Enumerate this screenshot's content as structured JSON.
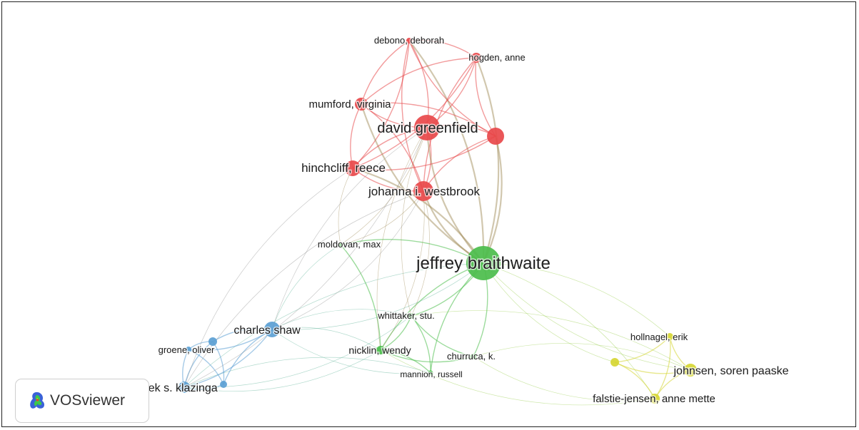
{
  "app": {
    "brand": "VOSviewer"
  },
  "colors": {
    "red": "#e8484a",
    "green": "#4bbd4b",
    "blue": "#5b9fd4",
    "yellow": "#d6d633"
  },
  "network": {
    "nodes": [
      {
        "id": "debono",
        "label": "debono, deborah",
        "cluster": "red",
        "weight": 1
      },
      {
        "id": "hogden",
        "label": "hogden, anne",
        "cluster": "red",
        "weight": 1.5
      },
      {
        "id": "mumford",
        "label": "mumford, virginia",
        "cluster": "red",
        "weight": 2
      },
      {
        "id": "greenfield",
        "label": "david greenfield",
        "cluster": "red",
        "weight": 5
      },
      {
        "id": "redunlabeled",
        "label": "",
        "cluster": "red",
        "weight": 2.5
      },
      {
        "id": "hinchcliff",
        "label": "hinchcliff, reece",
        "cluster": "red",
        "weight": 3
      },
      {
        "id": "westbrook",
        "label": "johanna i. westbrook",
        "cluster": "red",
        "weight": 3.5
      },
      {
        "id": "moldovan",
        "label": "moldovan, max",
        "cluster": "green",
        "weight": 1
      },
      {
        "id": "braithwaite",
        "label": "jeffrey braithwaite",
        "cluster": "green",
        "weight": 9
      },
      {
        "id": "whittaker",
        "label": "whittaker, stu.",
        "cluster": "green",
        "weight": 1
      },
      {
        "id": "nicklin",
        "label": "nicklin, wendy",
        "cluster": "green",
        "weight": 1.5
      },
      {
        "id": "churruca",
        "label": "churruca, k.",
        "cluster": "green",
        "weight": 1
      },
      {
        "id": "mannion",
        "label": "mannion, russell",
        "cluster": "green",
        "weight": 0.8
      },
      {
        "id": "shaw",
        "label": "charles shaw",
        "cluster": "blue",
        "weight": 3
      },
      {
        "id": "groene",
        "label": "groene, oliver",
        "cluster": "blue",
        "weight": 1
      },
      {
        "id": "bluesmall",
        "label": "",
        "cluster": "blue",
        "weight": 1
      },
      {
        "id": "klazinga",
        "label": "niek s. klazinga",
        "cluster": "blue",
        "weight": 2.5
      },
      {
        "id": "bluesmall2",
        "label": "",
        "cluster": "blue",
        "weight": 1
      },
      {
        "id": "hollnagel",
        "label": "hollnagel, erik",
        "cluster": "yellow",
        "weight": 1
      },
      {
        "id": "yellowsmall",
        "label": "",
        "cluster": "yellow",
        "weight": 1
      },
      {
        "id": "johnsen",
        "label": "johnsen, soren paaske",
        "cluster": "yellow",
        "weight": 2.5
      },
      {
        "id": "falstie",
        "label": "falstie-jensen, anne mette",
        "cluster": "yellow",
        "weight": 2
      }
    ],
    "edges": [
      [
        "debono",
        "hogden"
      ],
      [
        "debono",
        "mumford"
      ],
      [
        "debono",
        "greenfield"
      ],
      [
        "debono",
        "redunlabeled"
      ],
      [
        "debono",
        "hinchcliff"
      ],
      [
        "debono",
        "westbrook"
      ],
      [
        "debono",
        "braithwaite"
      ],
      [
        "hogden",
        "mumford"
      ],
      [
        "hogden",
        "greenfield"
      ],
      [
        "hogden",
        "redunlabeled"
      ],
      [
        "hogden",
        "hinchcliff"
      ],
      [
        "hogden",
        "westbrook"
      ],
      [
        "hogden",
        "braithwaite"
      ],
      [
        "mumford",
        "greenfield"
      ],
      [
        "mumford",
        "redunlabeled"
      ],
      [
        "mumford",
        "hinchcliff"
      ],
      [
        "mumford",
        "westbrook"
      ],
      [
        "mumford",
        "braithwaite"
      ],
      [
        "greenfield",
        "redunlabeled"
      ],
      [
        "greenfield",
        "hinchcliff"
      ],
      [
        "greenfield",
        "westbrook"
      ],
      [
        "greenfield",
        "braithwaite"
      ],
      [
        "redunlabeled",
        "hinchcliff"
      ],
      [
        "redunlabeled",
        "westbrook"
      ],
      [
        "redunlabeled",
        "braithwaite"
      ],
      [
        "hinchcliff",
        "westbrook"
      ],
      [
        "hinchcliff",
        "braithwaite"
      ],
      [
        "westbrook",
        "braithwaite"
      ],
      [
        "moldovan",
        "braithwaite"
      ],
      [
        "moldovan",
        "greenfield"
      ],
      [
        "moldovan",
        "hinchcliff"
      ],
      [
        "moldovan",
        "westbrook"
      ],
      [
        "moldovan",
        "nicklin"
      ],
      [
        "moldovan",
        "shaw"
      ],
      [
        "braithwaite",
        "whittaker"
      ],
      [
        "braithwaite",
        "nicklin"
      ],
      [
        "braithwaite",
        "churruca"
      ],
      [
        "braithwaite",
        "mannion"
      ],
      [
        "braithwaite",
        "shaw"
      ],
      [
        "braithwaite",
        "klazinga"
      ],
      [
        "braithwaite",
        "hollnagel"
      ],
      [
        "braithwaite",
        "johnsen"
      ],
      [
        "braithwaite",
        "falstie"
      ],
      [
        "braithwaite",
        "yellowsmall"
      ],
      [
        "whittaker",
        "nicklin"
      ],
      [
        "whittaker",
        "churruca"
      ],
      [
        "whittaker",
        "mannion"
      ],
      [
        "whittaker",
        "westbrook"
      ],
      [
        "whittaker",
        "greenfield"
      ],
      [
        "nicklin",
        "churruca"
      ],
      [
        "nicklin",
        "mannion"
      ],
      [
        "nicklin",
        "shaw"
      ],
      [
        "nicklin",
        "klazinga"
      ],
      [
        "nicklin",
        "westbrook"
      ],
      [
        "nicklin",
        "greenfield"
      ],
      [
        "churruca",
        "falstie"
      ],
      [
        "churruca",
        "johnsen"
      ],
      [
        "mannion",
        "klazinga"
      ],
      [
        "shaw",
        "groene"
      ],
      [
        "shaw",
        "bluesmall"
      ],
      [
        "shaw",
        "klazinga"
      ],
      [
        "shaw",
        "bluesmall2"
      ],
      [
        "shaw",
        "greenfield"
      ],
      [
        "shaw",
        "westbrook"
      ],
      [
        "shaw",
        "whittaker"
      ],
      [
        "shaw",
        "mannion"
      ],
      [
        "groene",
        "bluesmall"
      ],
      [
        "groene",
        "klazinga"
      ],
      [
        "groene",
        "bluesmall2"
      ],
      [
        "bluesmall",
        "klazinga"
      ],
      [
        "bluesmall",
        "bluesmall2"
      ],
      [
        "klazinga",
        "bluesmall2"
      ],
      [
        "klazinga",
        "westbrook"
      ],
      [
        "klazinga",
        "greenfield"
      ],
      [
        "klazinga",
        "hinchcliff"
      ],
      [
        "klazinga",
        "whittaker"
      ],
      [
        "hollnagel",
        "yellowsmall"
      ],
      [
        "hollnagel",
        "johnsen"
      ],
      [
        "hollnagel",
        "falstie"
      ],
      [
        "yellowsmall",
        "johnsen"
      ],
      [
        "yellowsmall",
        "falstie"
      ],
      [
        "johnsen",
        "falstie"
      ],
      [
        "falstie",
        "nicklin"
      ],
      [
        "johnsen",
        "whittaker"
      ]
    ]
  }
}
